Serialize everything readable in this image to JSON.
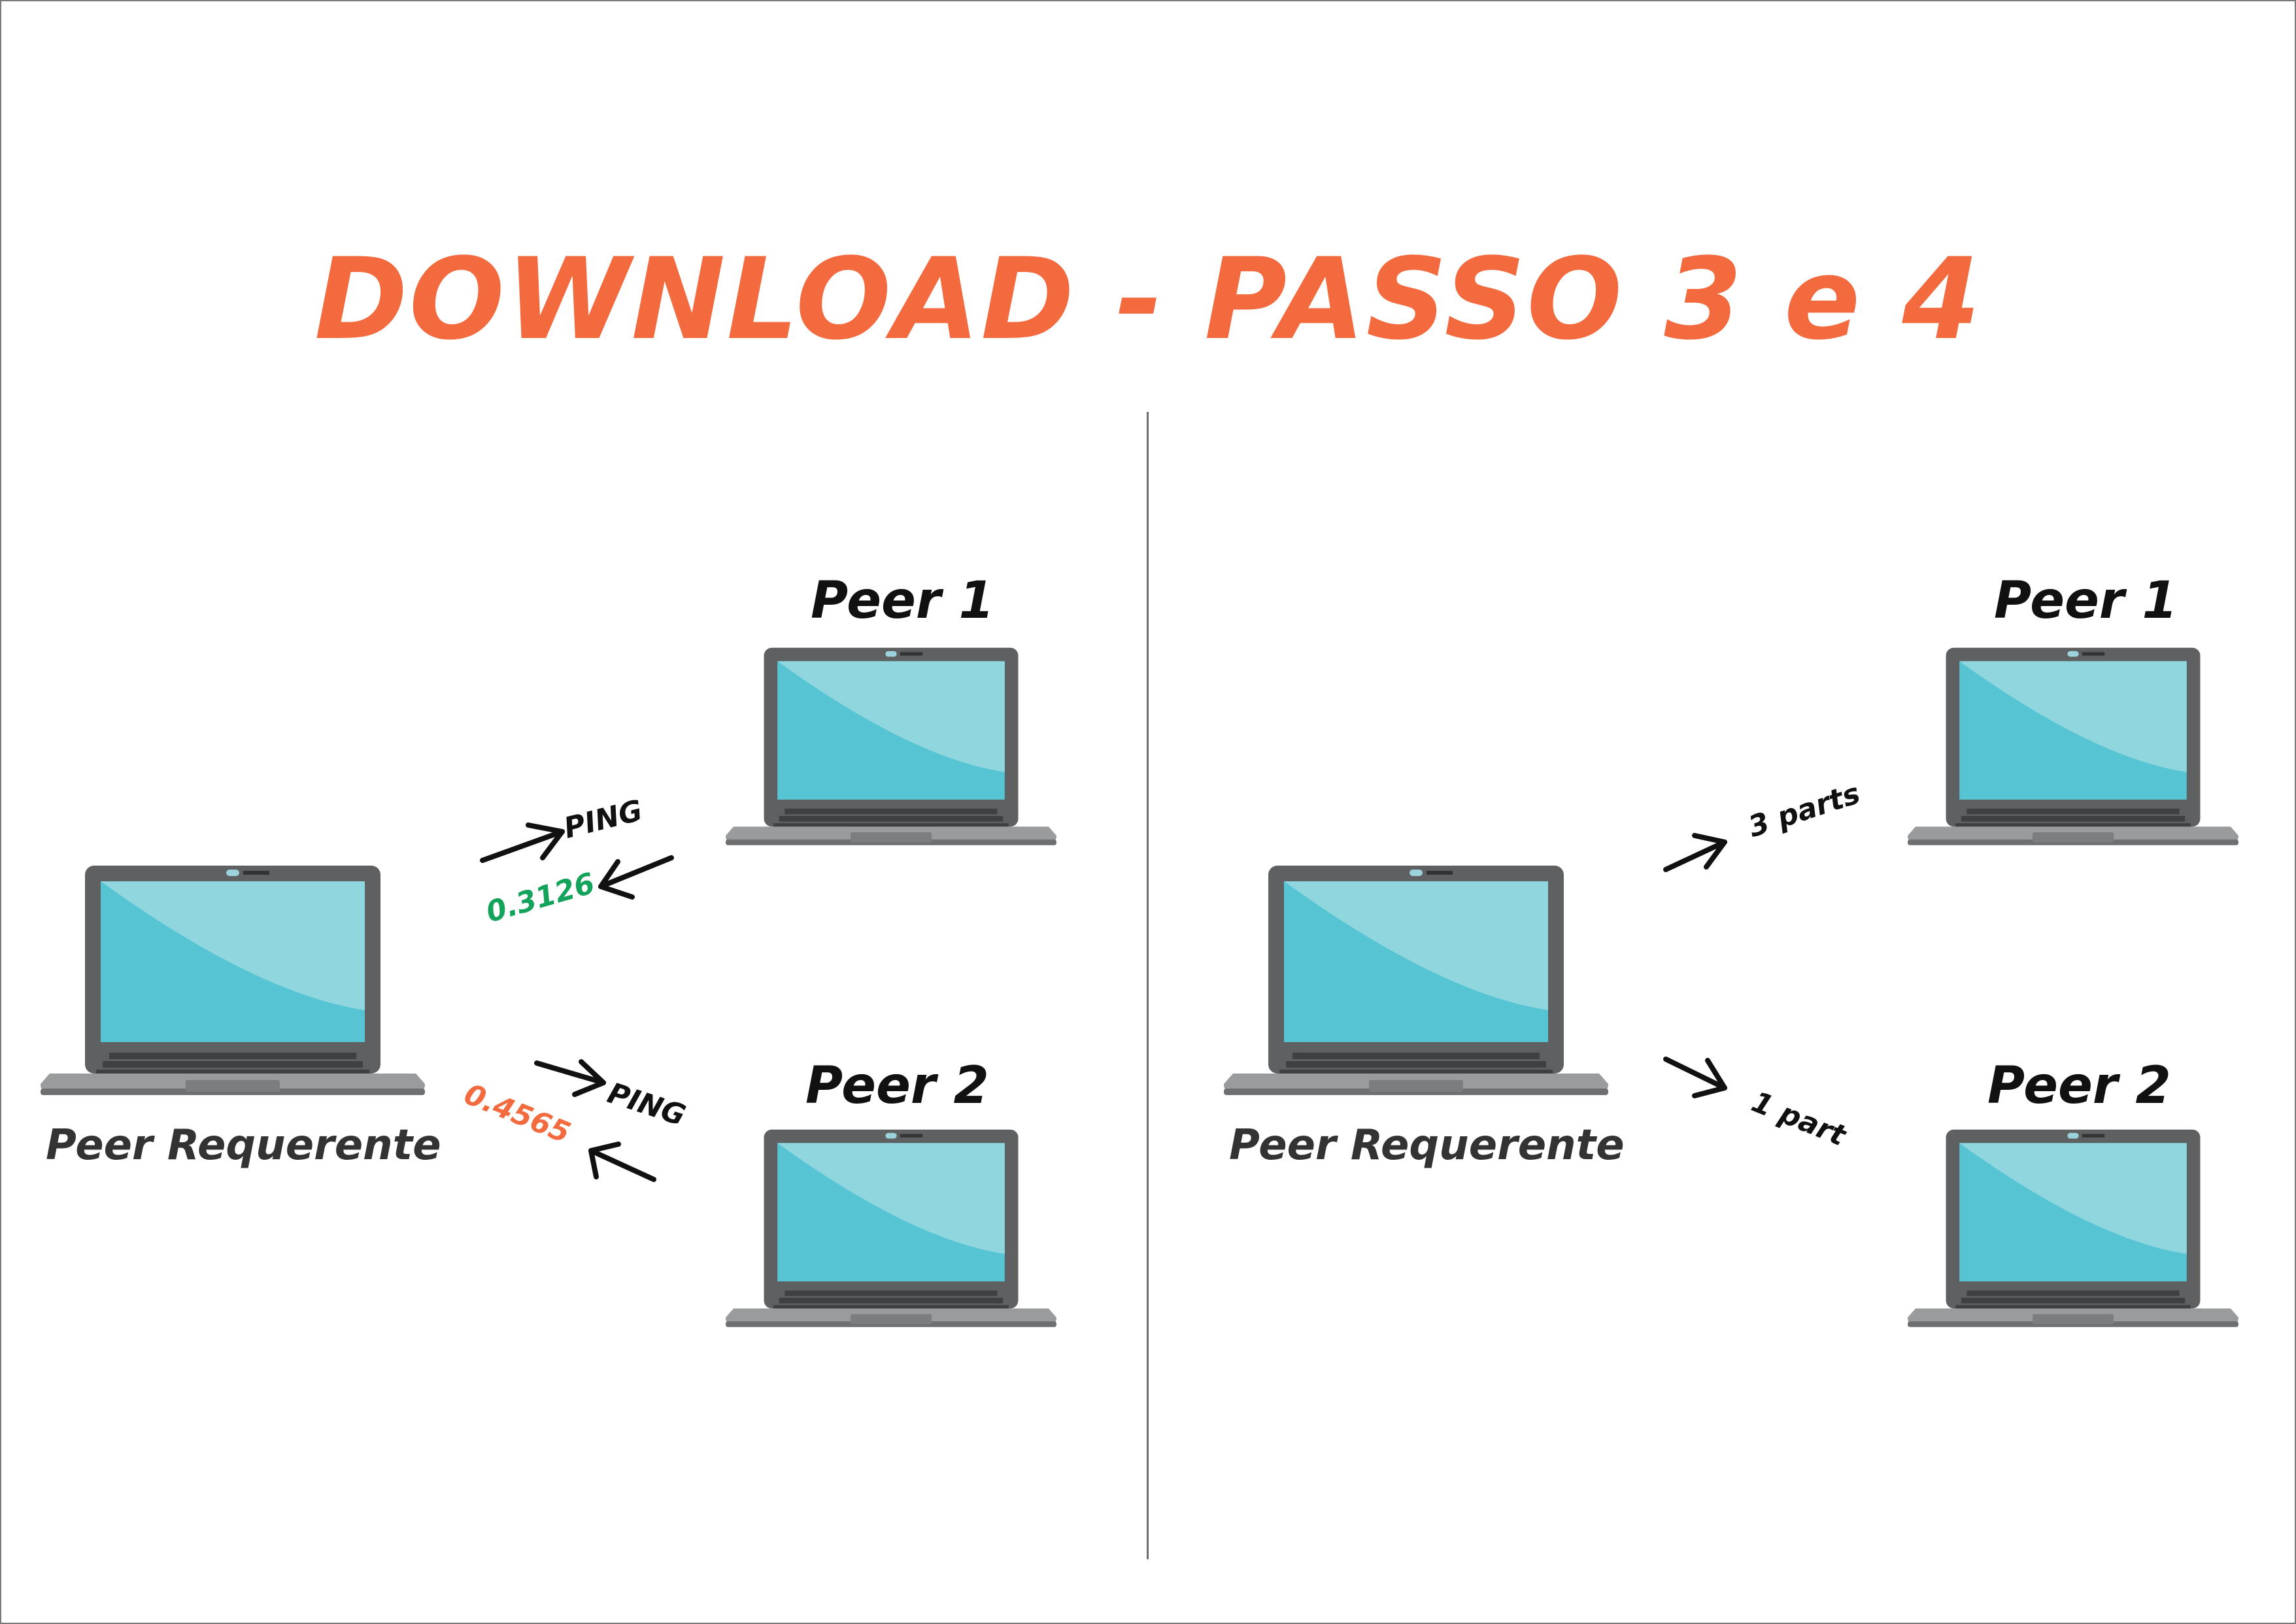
{
  "title": "DOWNLOAD - PASSO 3 e 4",
  "colors": {
    "accent": "#f26a3d",
    "green": "#13a35a",
    "screen": "#56c4d3",
    "screen_light": "#90d6df",
    "laptop_body": "#5f6062",
    "laptop_base": "#9a9b9d"
  },
  "left_panel": {
    "requester_label": "Peer Requerente",
    "peer1_label": "Peer 1",
    "peer2_label": "Peer 2",
    "ping1_label": "PING",
    "ping1_value": "0.3126",
    "ping2_label": "PING",
    "ping2_value": "0.4565"
  },
  "right_panel": {
    "requester_label": "Peer Requerente",
    "peer1_label": "Peer 1",
    "peer2_label": "Peer 2",
    "parts1_label": "3 parts",
    "parts2_label": "1 part"
  }
}
